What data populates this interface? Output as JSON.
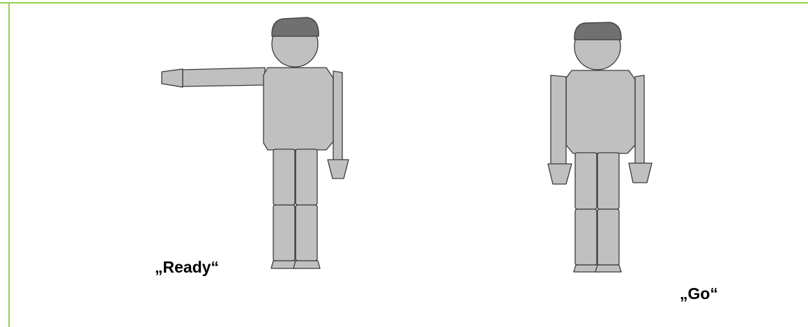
{
  "colors": {
    "frame_border": "#92d050",
    "body_fill": "#c0c0c0",
    "cap_fill": "#707070",
    "outline": "#3a3a3a"
  },
  "figures": [
    {
      "pose": "left-arm-raised",
      "caption": "„Ready“"
    },
    {
      "pose": "arms-down",
      "caption": "„Go“"
    }
  ]
}
